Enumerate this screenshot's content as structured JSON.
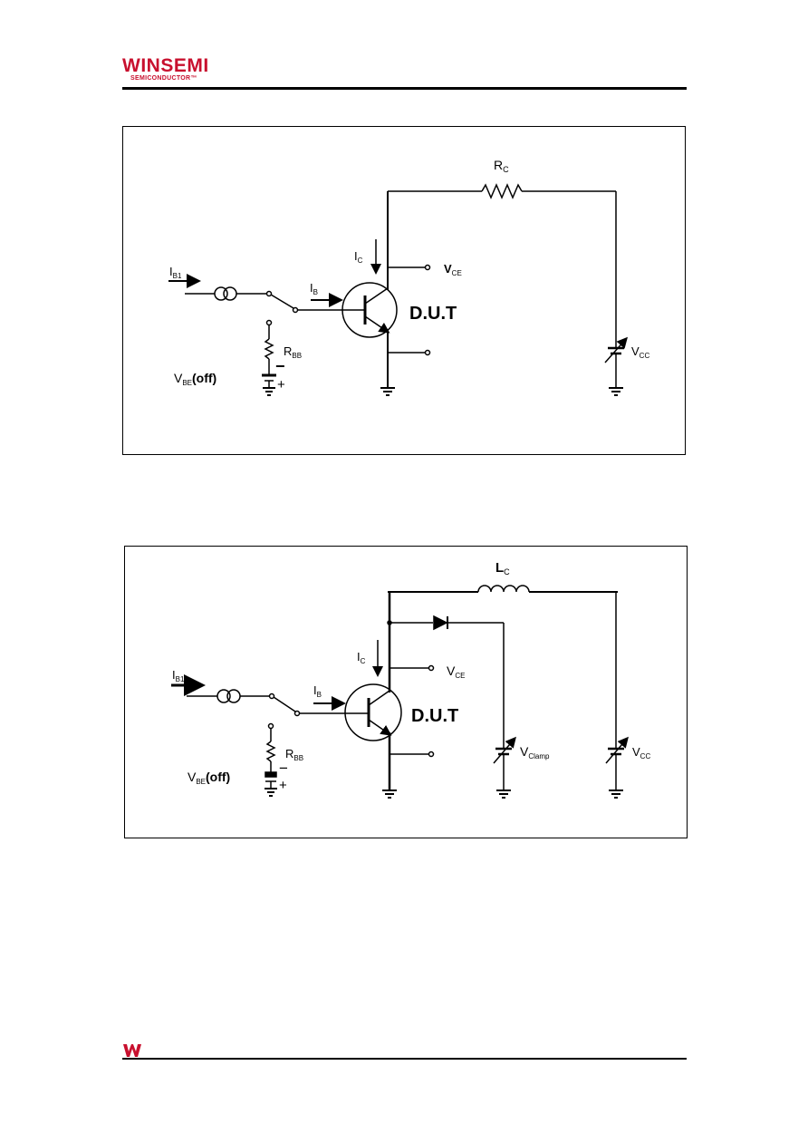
{
  "header": {
    "logo_main": "WINSEMI",
    "logo_sub": "SEMICONDUCTOR",
    "logo_tm": "™"
  },
  "diagrams": [
    {
      "load_label": "R",
      "load_sub": "C",
      "ic_label": "I",
      "ic_sub": "C",
      "vce_label": "V",
      "vce_sub": "CE",
      "ib1_label": "I",
      "ib1_sub": "B1",
      "ib_label": "I",
      "ib_sub": "B",
      "dut_label": "D.U.T",
      "rbb_label": "R",
      "rbb_sub": "BB",
      "vbe_label": "V",
      "vbe_sub": "BE",
      "vbe_suffix": "(off)",
      "vcc_label": "V",
      "vcc_sub": "CC",
      "minus": "−",
      "plus": "+"
    },
    {
      "load_label": "L",
      "load_sub": "C",
      "ic_label": "I",
      "ic_sub": "C",
      "vce_label": "V",
      "vce_sub": "CE",
      "ib1_label": "I",
      "ib1_sub": "B1",
      "ib_label": "I",
      "ib_sub": "B",
      "dut_label": "D.U.T",
      "rbb_label": "R",
      "rbb_sub": "BB",
      "vbe_label": "V",
      "vbe_sub": "BE",
      "vbe_suffix": "(off)",
      "vclamp_label": "V",
      "vclamp_sub": "Clamp",
      "vcc_label": "V",
      "vcc_sub": "CC",
      "minus": "−",
      "plus": "+"
    }
  ],
  "colors": {
    "brand": "#c8102e",
    "line": "#000000"
  }
}
